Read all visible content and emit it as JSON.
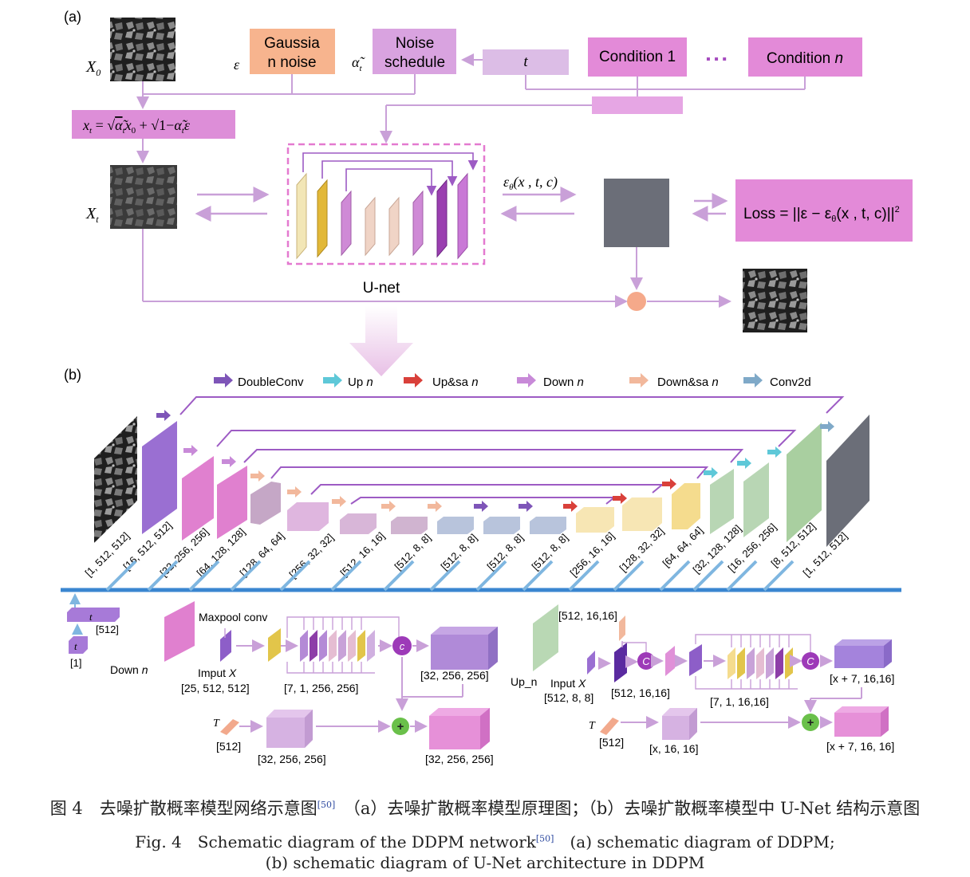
{
  "panel_a": {
    "label": "(a)",
    "x0": "X",
    "x0_sub": "0",
    "xt": "X",
    "xt_sub": "t",
    "gaussian_line1": "Gaussia",
    "gaussian_line2": "n noise",
    "epsilon": "ε",
    "alpha": "α̃",
    "alpha_sub": "t",
    "noise_line1": "Noise",
    "noise_line2": "schedule",
    "t_label": "t",
    "condition1": "Condition 1",
    "dots": "▪ ▪ ▪",
    "condition_n": "Condition ",
    "condition_n_italic": "n",
    "formula": "x = √ᾱ x₀ + √1−ᾱ ε",
    "formula_parts": {
      "xt": "x",
      "eq": "=",
      "sqrt1": "√",
      "a1": "α̃",
      "x0": "x",
      "plus": "+",
      "sqrt2": "√",
      "one_minus": "1−",
      "a2": "α̃",
      "eps": "ε"
    },
    "eps_theta": "ε",
    "eps_theta_args": "(x , t, c)",
    "loss": "Loss = ||ε − ε",
    "loss_args": "(x , t, c)||",
    "loss_sup": "2",
    "unet_label": "U-net"
  },
  "panel_b": {
    "label": "(b)",
    "legend": [
      {
        "name": "DoubleConv",
        "italic": "",
        "color": "#7e55b8"
      },
      {
        "name": "Up ",
        "italic": "n",
        "color": "#5ec8d8"
      },
      {
        "name": "Up&sa ",
        "italic": "n",
        "color": "#d9403a"
      },
      {
        "name": "Down ",
        "italic": "n",
        "color": "#c88ad8"
      },
      {
        "name": "Down&sa ",
        "italic": "n",
        "color": "#f2b89c"
      },
      {
        "name": "Conv2d",
        "italic": "",
        "color": "#7fa9c8"
      }
    ],
    "shapes": [
      "[1, 512, 512]",
      "[16, 512, 512]",
      "[32, 256, 256]",
      "[64, 128, 128]",
      "[128, 64, 64]",
      "[256, 32, 32]",
      "[512, 16, 16]",
      "[512, 8, 8]",
      "[512, 8, 8]",
      "[512, 8, 8]",
      "[512, 8, 8]",
      "[256, 16, 16]",
      "[128, 32, 32]",
      "[64, 64, 64]",
      "[32, 128, 128]",
      "[16, 256, 256]",
      "[8, 512, 512]",
      "[1, 512, 512]"
    ],
    "t_embed": {
      "t_top": "t",
      "dim_top": "[512]",
      "t_bottom": "t",
      "dim_bottom": "[1]"
    },
    "down": {
      "title": "Down ",
      "title_italic": "n",
      "maxpool": "Maxpool conv",
      "input": "Imput ",
      "input_italic": "X",
      "input_shape": "[25, 512, 512]",
      "stack_shape": "[7, 1, 256, 256]",
      "concat_out": "[32, 256, 256]",
      "T": "T",
      "T_dim": "[512]",
      "T_proj": "[32, 256, 256]",
      "sum_out": "[32, 256, 256]",
      "c": "c",
      "plus": "+"
    },
    "up": {
      "title": "Up_n",
      "skip_shape": "[512, 16,16]",
      "input": "Input ",
      "input_italic": "X",
      "input_shape": "[512, 8, 8]",
      "up_shape": "[512, 16,16]",
      "stack_shape": "[7, 1, 16,16]",
      "concat_out": "[x + 7, 16,16]",
      "T": "T",
      "T_dim": "[512]",
      "T_proj": "[x, 16, 16]",
      "sum_out": "[x + 7, 16, 16]",
      "c": "C",
      "plus": "+"
    }
  },
  "caption": {
    "zh_left": "图 4　去噪扩散概率模型网络示意图",
    "zh_ref": "[50]",
    "zh_right": "（a）去噪扩散概率模型原理图；（b）去噪扩散概率模型中 U-Net 结构示意图",
    "en_line1": "Fig. 4　Schematic diagram of the DDPM network",
    "en_ref": "[50]",
    "en_line1_tail": "　(a) schematic diagram of DDPM;",
    "en_line2": "(b) schematic diagram of U-Net architecture in DDPM"
  }
}
